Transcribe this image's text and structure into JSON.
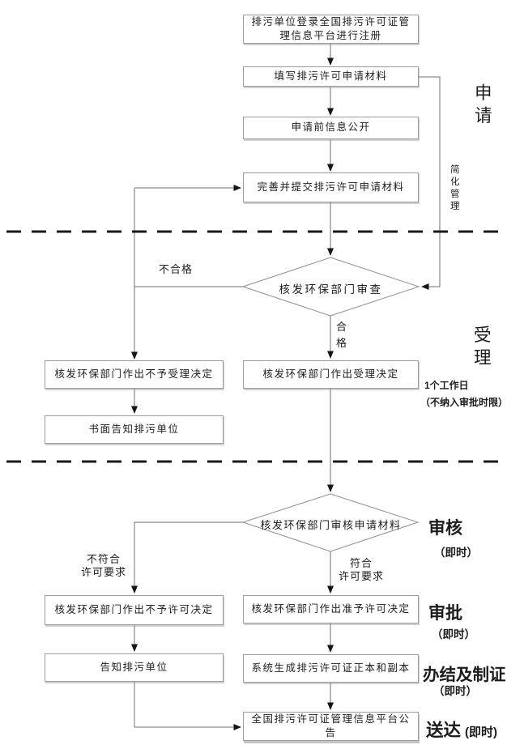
{
  "flow": {
    "nodes": {
      "register": "排污单位登录全国排污许可证管理信息平台进行注册",
      "fill": "填写排污许可申请材料",
      "publicity": "申请前信息公开",
      "submit": "完善并提交排污许可申请材料",
      "review": "核发环保部门审查",
      "reject_accept": "核发环保部门作出不予受理决定",
      "accept": "核发环保部门作出受理决定",
      "written_notice": "书面告知排污单位",
      "examine": "核发环保部门审核申请材料",
      "deny_permit": "核发环保部门作出不予许可决定",
      "grant_permit": "核发环保部门作出准予许可决定",
      "notify": "告知排污单位",
      "generate": "系统生成排污许可证正本和副本",
      "announce": "全国排污许可证管理信息平台公告"
    },
    "edge_labels": {
      "unqualified": "不合格",
      "qualified": "合格",
      "not_meet_line1": "不符合",
      "not_meet_line2": "许可要求",
      "meet_line1": "符合",
      "meet_line2": "许可要求",
      "simplified_management": "简化管理"
    },
    "stages": {
      "apply": "申请",
      "accept": "受理",
      "examine": "审核",
      "examine_time": "（即时）",
      "approve": "审批",
      "approve_time": "（即时）",
      "issue": "办结及制证",
      "issue_time": "（即时）",
      "deliver": "送达",
      "deliver_time": "(即时)",
      "workday": "1个工作日",
      "workday_note": "（不纳入审批时限）"
    },
    "colors": {
      "connector_line": "#6f6f6f",
      "box_border": "#9c9c9c",
      "text": "#1c1c1c",
      "dashed_divider": "#1a1a1a",
      "background": "#ffffff"
    }
  }
}
